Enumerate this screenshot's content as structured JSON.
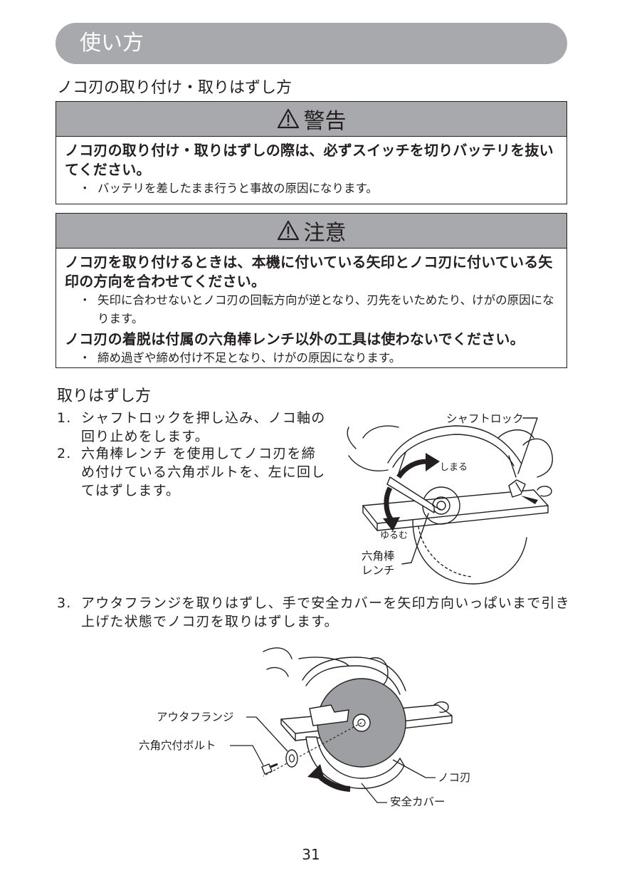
{
  "header": {
    "title": "使い方"
  },
  "section_title": "ノコ刃の取り付け・取りはずし方",
  "warning": {
    "heading": "警告",
    "body": "ノコ刃の取り付け・取りはずしの際は、必ずスイッチを切りバッテリを抜いてください。",
    "bullet": "バッテリを差したまま行うと事故の原因になります。"
  },
  "caution": {
    "heading": "注意",
    "body1": "ノコ刃を取り付けるときは、本機に付いている矢印とノコ刃に付いている矢印の方向を合わせてください。",
    "bullet1": "矢印に合わせないとノコ刃の回転方向が逆となり、刃先をいためたり、けがの原因になります。",
    "body2": "ノコ刃の着脱は付属の六角棒レンチ以外の工具は使わないでください。",
    "bullet2": "締め過ぎや締め付け不足となり、けがの原因になります。"
  },
  "bullet_mark": "・",
  "removal": {
    "title": "取りはずし方",
    "steps": [
      {
        "num": "1.",
        "text": "シャフトロックを押し込み、ノコ軸の回り止めをします。"
      },
      {
        "num": "2.",
        "text": "六角棒レンチ を使用してノコ刃を締め付けている六角ボルトを、左に回してはずします。"
      },
      {
        "num": "3.",
        "text": "アウタフランジを取りはずし、手で安全カバーを矢印方向いっぱいまで引き上げた状態でノコ刃を取りはずします。"
      }
    ]
  },
  "figure1": {
    "labels": {
      "shaft_lock": "シャフトロック",
      "tighten": "しまる",
      "loosen": "ゆるむ",
      "hex_wrench_1": "六角棒",
      "hex_wrench_2": "レンチ"
    }
  },
  "figure2": {
    "labels": {
      "outer_flange": "アウタフランジ",
      "hex_bolt": "六角穴付ボルト",
      "saw_blade": "ノコ刃",
      "safety_cover": "安全カバー"
    }
  },
  "page_number": "31"
}
